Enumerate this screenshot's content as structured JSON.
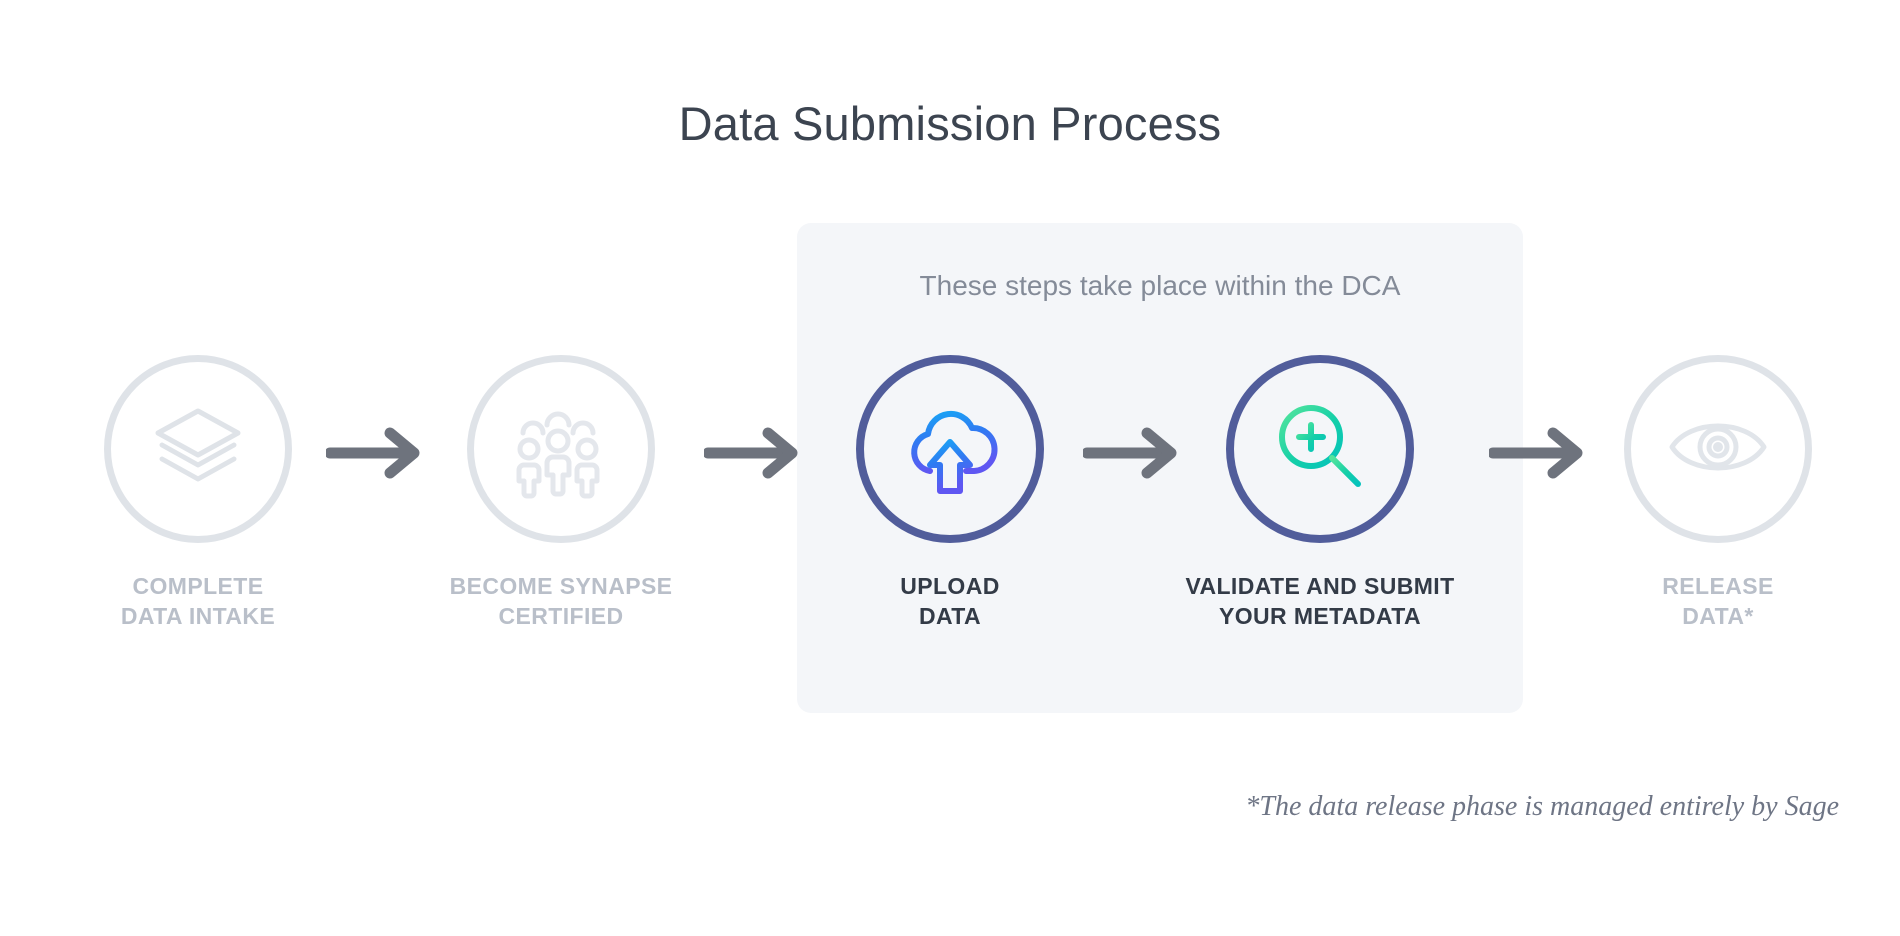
{
  "title": "Data Submission Process",
  "dca_panel": {
    "caption": "These steps take place within the DCA"
  },
  "footnote": "*The data release phase is managed entirely by Sage",
  "colors": {
    "title_text": "#3c4450",
    "caption_text": "#848b98",
    "panel_background": "#f4f6f9",
    "inactive_ring": "#dfe3e8",
    "inactive_label": "#b9bfc9",
    "active_ring": "#515d9b",
    "active_label": "#333b47",
    "arrow": "#6e737d",
    "cloud_gradient_start": "#29a8f7",
    "cloud_gradient_end": "#5a5cf0",
    "magnifier_gradient_start": "#4fe0a0",
    "magnifier_gradient_end": "#06c3b0"
  },
  "steps": [
    {
      "id": "complete-data-intake",
      "label": "COMPLETE\nDATA INTAKE",
      "icon": "layers-icon",
      "state": "inactive"
    },
    {
      "id": "become-synapse-certified",
      "label": "BECOME SYNAPSE\nCERTIFIED",
      "icon": "people-group-icon",
      "state": "inactive"
    },
    {
      "id": "upload-data",
      "label": "UPLOAD\nDATA",
      "icon": "cloud-upload-icon",
      "state": "active"
    },
    {
      "id": "validate-and-submit-your-metadata",
      "label": "VALIDATE AND SUBMIT\nYOUR METADATA",
      "icon": "magnifier-plus-icon",
      "state": "active"
    },
    {
      "id": "release-data",
      "label": "RELEASE\nDATA*",
      "icon": "eye-icon",
      "state": "inactive"
    }
  ],
  "arrows": [
    {
      "id": "arrow-1",
      "icon": "arrow-right-icon"
    },
    {
      "id": "arrow-2",
      "icon": "arrow-right-icon"
    },
    {
      "id": "arrow-3",
      "icon": "arrow-right-icon"
    },
    {
      "id": "arrow-4",
      "icon": "arrow-right-icon"
    }
  ]
}
